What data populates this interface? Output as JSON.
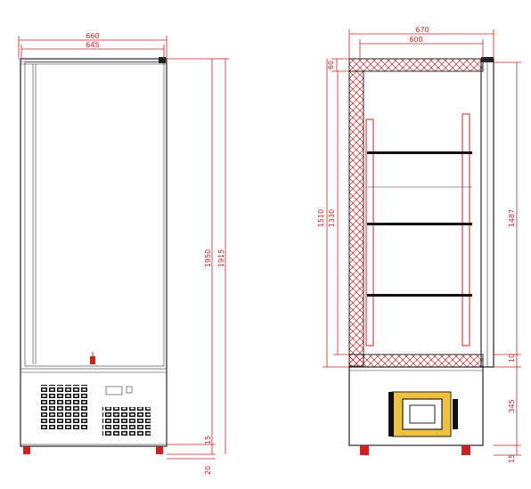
{
  "colors": {
    "outline": "#222222",
    "dimension": "#cc2222",
    "hatch": "#cc2222",
    "vent": "#111111",
    "background": "#ffffff"
  },
  "front_view": {
    "dims": {
      "outer_width": "660",
      "inner_width": "645",
      "height_1950": "1950",
      "height_1915": "1915",
      "base_15": "15",
      "feet_20": "20"
    }
  },
  "side_view": {
    "dims": {
      "depth_670": "670",
      "depth_600": "600",
      "top_60": "60",
      "height_1510": "1510",
      "height_1330": "1330",
      "height_1487": "1487",
      "gap_10": "10",
      "base_345": "345",
      "feet_15": "15"
    },
    "shelf_count": 4
  }
}
